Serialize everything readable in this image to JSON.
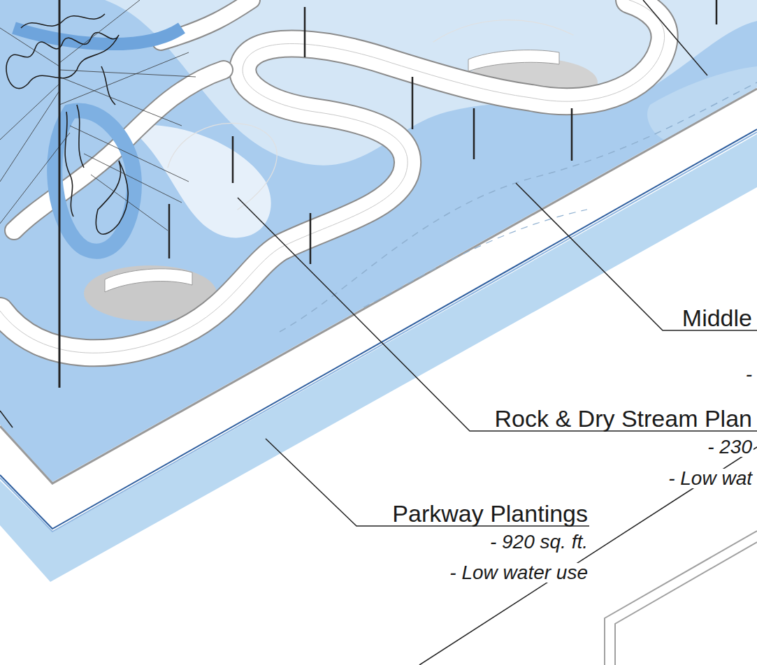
{
  "diagram": {
    "labels": [
      "Middle",
      "-",
      "Rock & Dry Stream Plan",
      "- 230",
      "- Low wat",
      "Parkway Plantings",
      "- 920 sq. ft.",
      "- Low water use"
    ]
  }
}
